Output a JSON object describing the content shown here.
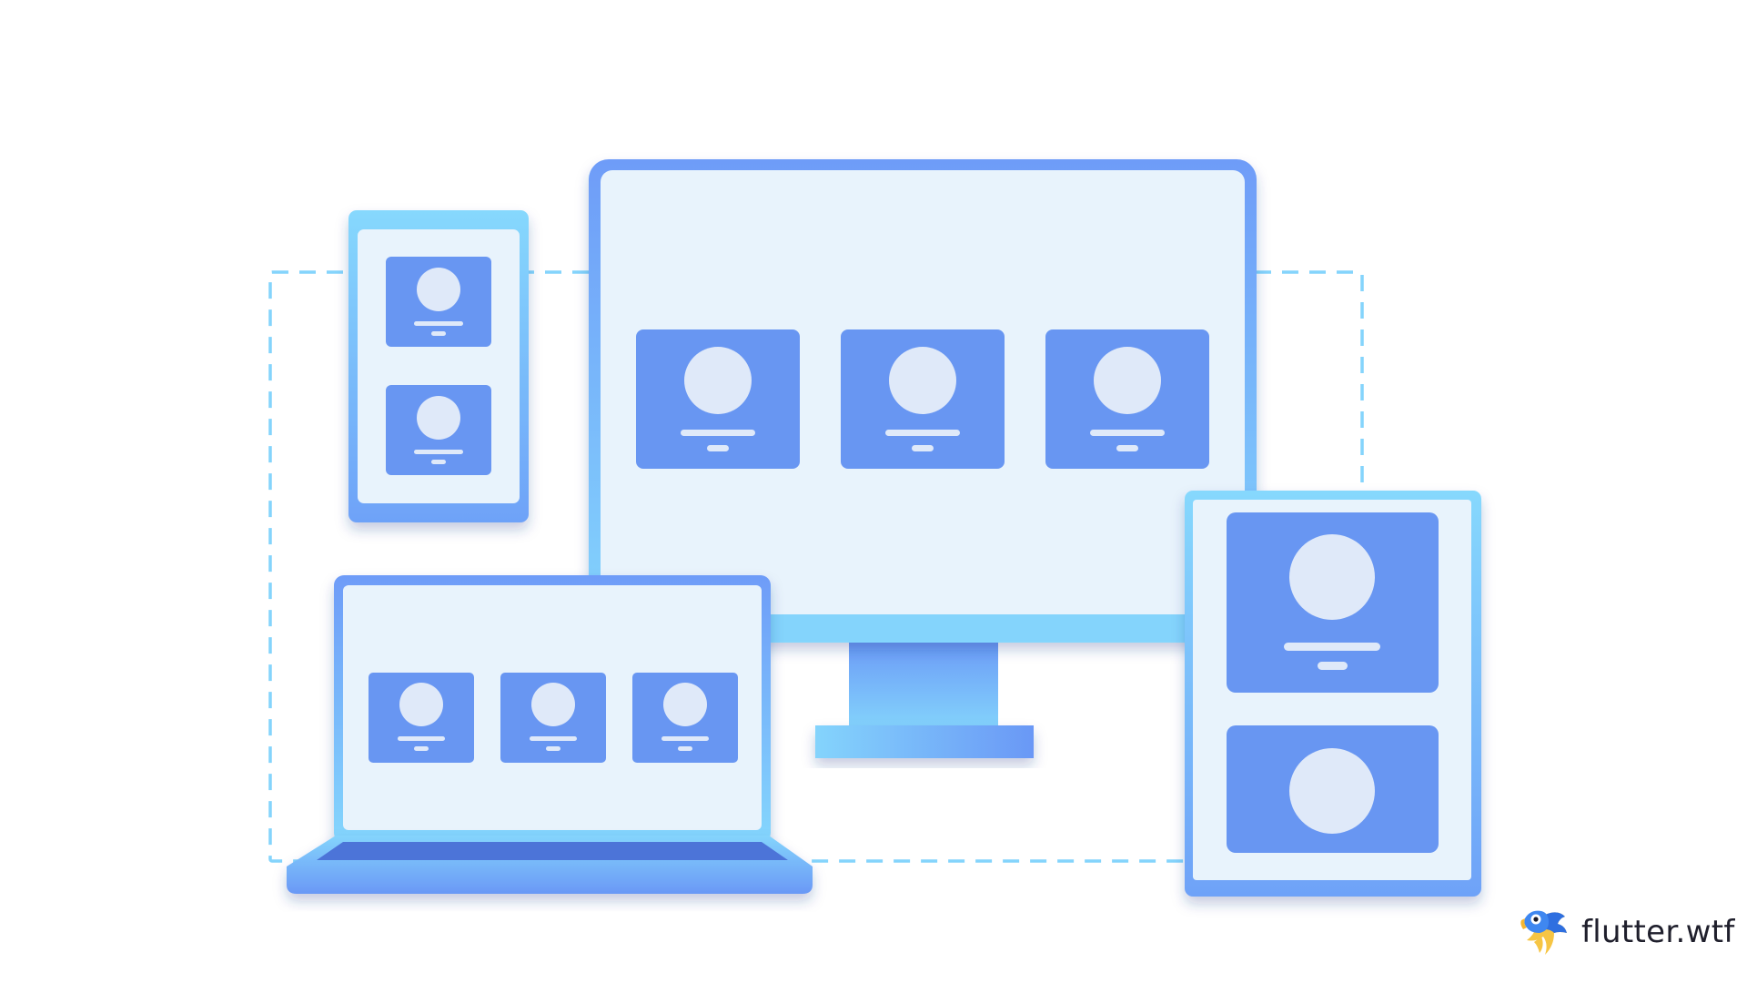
{
  "brand": {
    "name": "flutter.wtf",
    "logo_icon": "parrot-logo-icon"
  },
  "devices": [
    {
      "kind": "phone",
      "icon": "phone-icon",
      "cards": 2
    },
    {
      "kind": "desktop-monitor",
      "icon": "monitor-icon",
      "cards": 3
    },
    {
      "kind": "laptop",
      "icon": "laptop-icon",
      "cards": 3
    },
    {
      "kind": "tablet",
      "icon": "tablet-icon",
      "cards": 2
    }
  ],
  "colors": {
    "background": "#ffffff",
    "screen": "#e8f3fc",
    "card": "#6896f2",
    "avatar": "#dfe9f9",
    "frame_light": "#84d4fc",
    "frame_dark": "#6e9cf8",
    "dashed_border": "#84d4fc",
    "brand_text": "#1f1f2c"
  }
}
